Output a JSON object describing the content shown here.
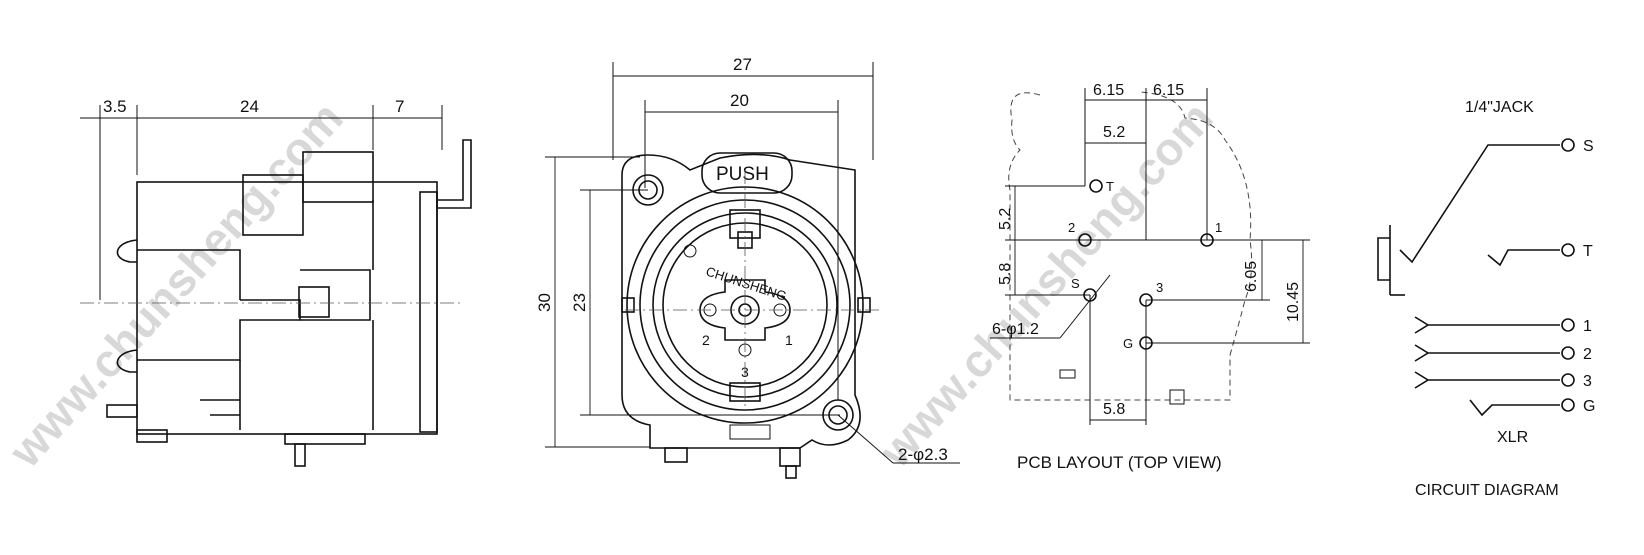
{
  "watermark": "www.chunsheng.com",
  "side_view": {
    "dim_left": "3.5",
    "dim_mid": "24",
    "dim_right": "7"
  },
  "front_view": {
    "dim_total_width": "27",
    "dim_hole_spacing": "20",
    "dim_height": "30",
    "dim_hole_vertical": "23",
    "push_label": "PUSH",
    "brand_label": "CHUNSHENG",
    "pin_1": "1",
    "pin_2": "2",
    "pin_3": "3",
    "hole_note": "2-φ2.3"
  },
  "pcb_layout": {
    "title": "PCB LAYOUT (TOP VIEW)",
    "dim_a": "6.15",
    "dim_b": "6.15",
    "dim_c": "5.2",
    "dim_v1": "5.2",
    "dim_v2": "5.8",
    "dim_v3": "6.05",
    "dim_v4": "10.45",
    "dim_bottom": "5.8",
    "hole_note": "6-φ1.2",
    "pad_T": "T",
    "pad_1": "1",
    "pad_2": "2",
    "pad_3": "3",
    "pad_S": "S",
    "pad_G": "G"
  },
  "circuit": {
    "title": "CIRCUIT DIAGRAM",
    "jack_label": "1/4\"JACK",
    "xlr_label": "XLR",
    "term_S": "S",
    "term_T": "T",
    "term_1": "1",
    "term_2": "2",
    "term_3": "3",
    "term_G": "G"
  }
}
